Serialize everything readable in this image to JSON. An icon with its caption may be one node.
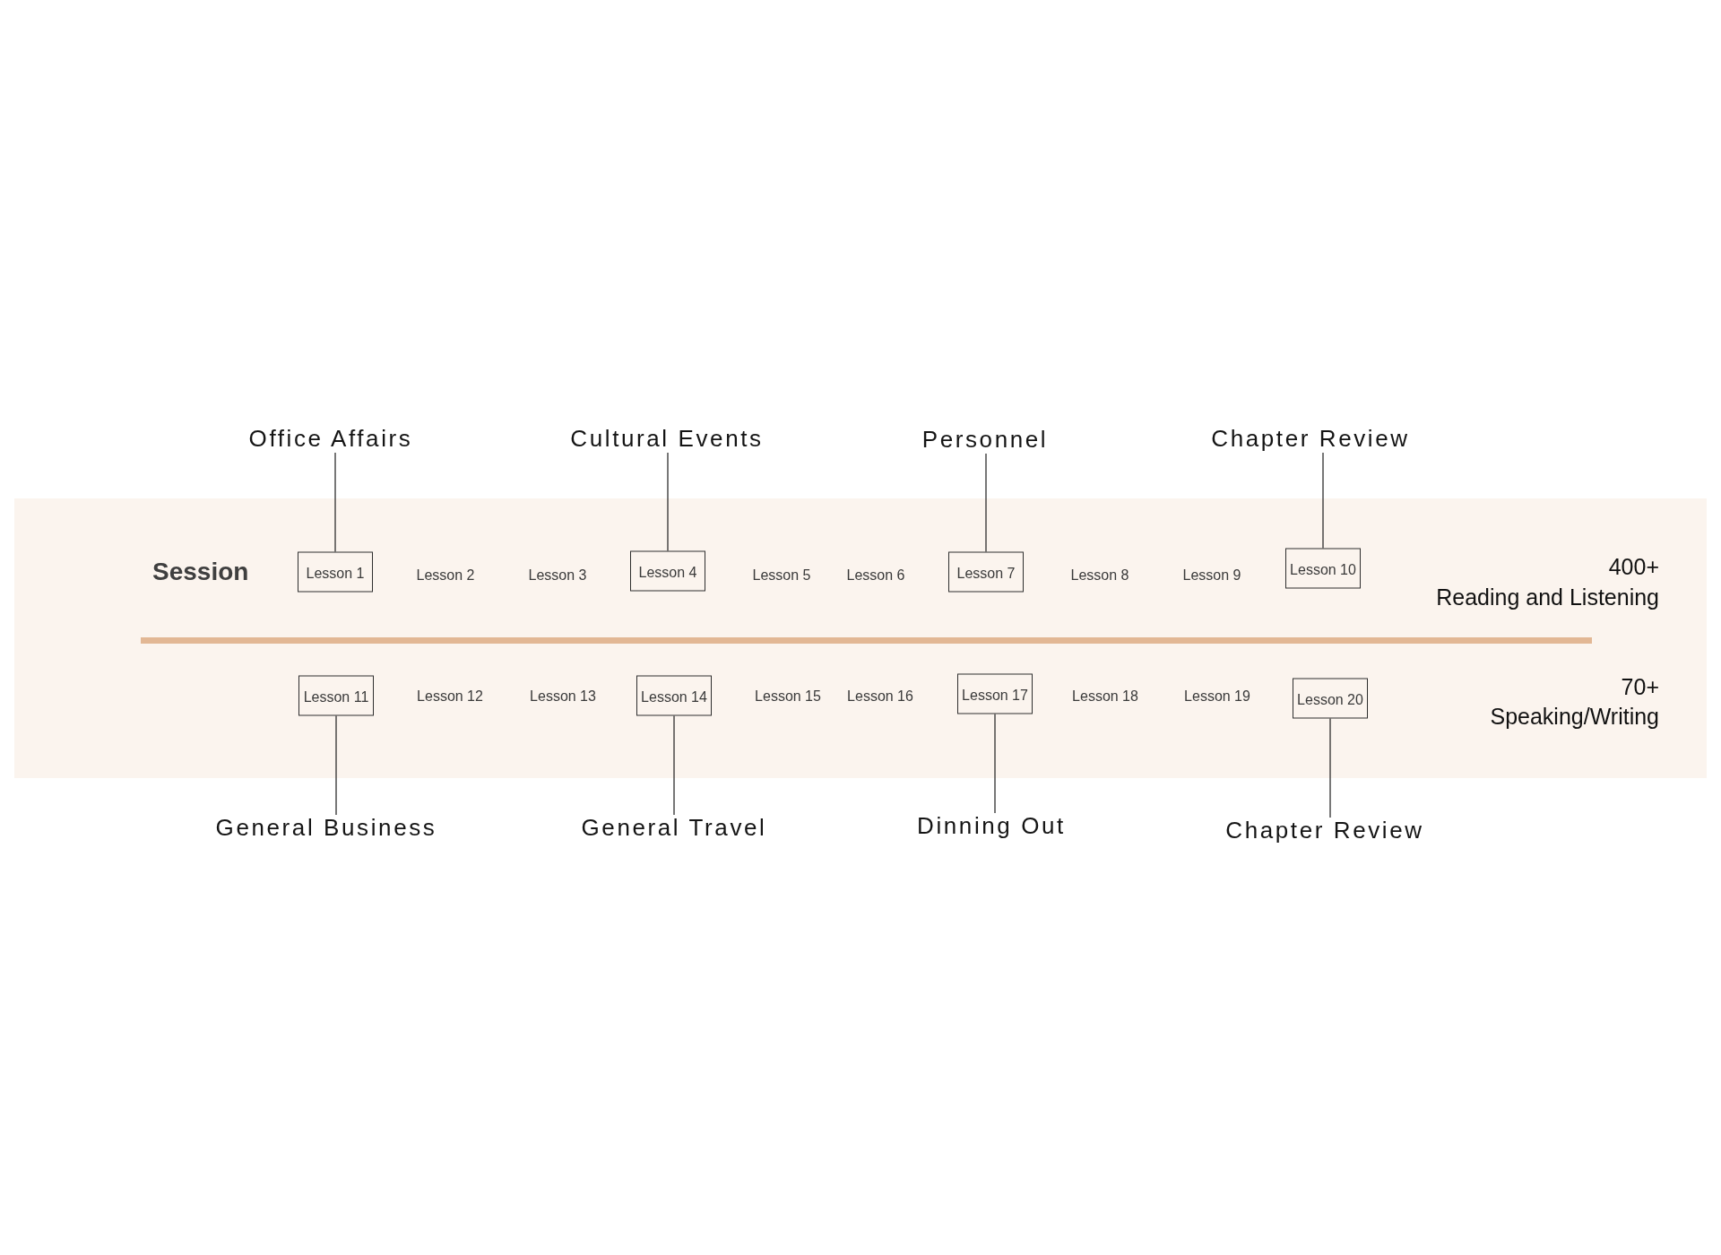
{
  "diagram": {
    "nodes": [
      {
        "text": [
          "Office Affairs"
        ]
      },
      {
        "text": [
          "Cultural Events"
        ]
      },
      {
        "text": [
          "Personnel"
        ]
      },
      {
        "text": [
          "Chapter Review"
        ]
      },
      {
        "text": [
          "Session",
          "Lesson 2",
          "Lesson 3",
          "Lesson 5",
          "Lesson 6",
          "Lesson 8",
          "Lesson 9",
          "400+",
          "Reading and Listening",
          "Lesson 12",
          "Lesson 13",
          "Lesson 15",
          "Lesson 16",
          "Lesson 18",
          "Lesson 19",
          "70+",
          "Speaking/Writing"
        ]
      },
      {
        "text": [
          "Lesson 1"
        ],
        "in": 4
      },
      {
        "text": [
          "Lesson 4"
        ],
        "in": 4
      },
      {
        "text": [
          "Lesson 7"
        ],
        "in": 4
      },
      {
        "text": [
          "Lesson 10"
        ],
        "in": 4
      },
      {
        "text": [
          "Lesson 11"
        ],
        "in": 4
      },
      {
        "text": [
          "Lesson 14"
        ],
        "in": 4
      },
      {
        "text": [
          "Lesson 17"
        ],
        "in": 4
      },
      {
        "text": [
          "Lesson 20"
        ],
        "in": 4
      },
      {
        "text": [
          "General Business"
        ]
      },
      {
        "text": [
          "General Travel"
        ]
      },
      {
        "text": [
          "Dinning Out"
        ]
      },
      {
        "text": [
          "Chapter Review"
        ]
      }
    ],
    "edges": [
      {
        "from": 0,
        "to": 5,
        "arrow": "none"
      },
      {
        "from": 1,
        "to": 6,
        "arrow": "none"
      },
      {
        "from": 2,
        "to": 7,
        "arrow": "none"
      },
      {
        "from": 3,
        "to": 8,
        "arrow": "none"
      },
      {
        "from": 13,
        "to": 9,
        "arrow": "none"
      },
      {
        "from": 14,
        "to": 10,
        "arrow": "none"
      },
      {
        "from": 15,
        "to": 11,
        "arrow": "none"
      },
      {
        "from": 16,
        "to": 12,
        "arrow": "none"
      }
    ]
  }
}
